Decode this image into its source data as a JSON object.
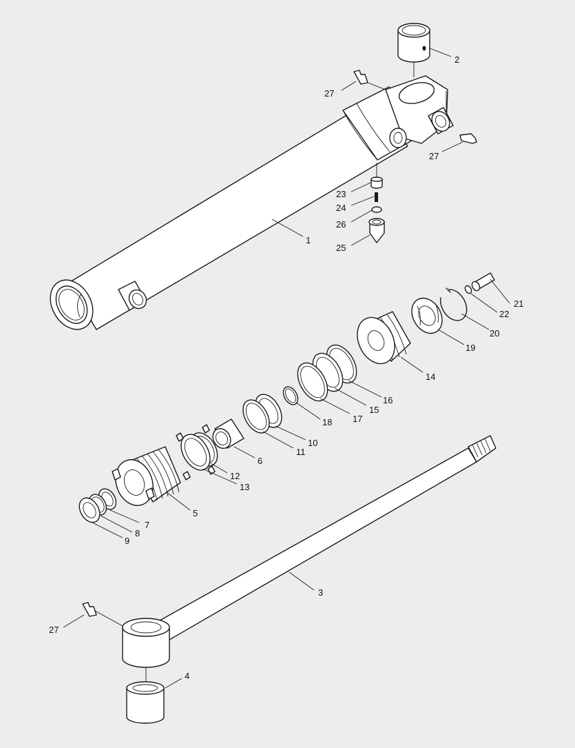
{
  "callouts": [
    {
      "id": "c1",
      "label": "1"
    },
    {
      "id": "c2",
      "label": "2"
    },
    {
      "id": "c3",
      "label": "3"
    },
    {
      "id": "c4",
      "label": "4"
    },
    {
      "id": "c5",
      "label": "5"
    },
    {
      "id": "c6",
      "label": "6"
    },
    {
      "id": "c7",
      "label": "7"
    },
    {
      "id": "c8",
      "label": "8"
    },
    {
      "id": "c9",
      "label": "9"
    },
    {
      "id": "c10",
      "label": "10"
    },
    {
      "id": "c11",
      "label": "11"
    },
    {
      "id": "c12",
      "label": "12"
    },
    {
      "id": "c13",
      "label": "13"
    },
    {
      "id": "c14",
      "label": "14"
    },
    {
      "id": "c15",
      "label": "15"
    },
    {
      "id": "c16",
      "label": "16"
    },
    {
      "id": "c17",
      "label": "17"
    },
    {
      "id": "c18",
      "label": "18"
    },
    {
      "id": "c19",
      "label": "19"
    },
    {
      "id": "c20",
      "label": "20"
    },
    {
      "id": "c21",
      "label": "21"
    },
    {
      "id": "c22",
      "label": "22"
    },
    {
      "id": "c23",
      "label": "23"
    },
    {
      "id": "c24",
      "label": "24"
    },
    {
      "id": "c25",
      "label": "25"
    },
    {
      "id": "c26",
      "label": "26"
    },
    {
      "id": "c27a",
      "label": "27"
    },
    {
      "id": "c27b",
      "label": "27"
    },
    {
      "id": "c27c",
      "label": "27"
    }
  ]
}
